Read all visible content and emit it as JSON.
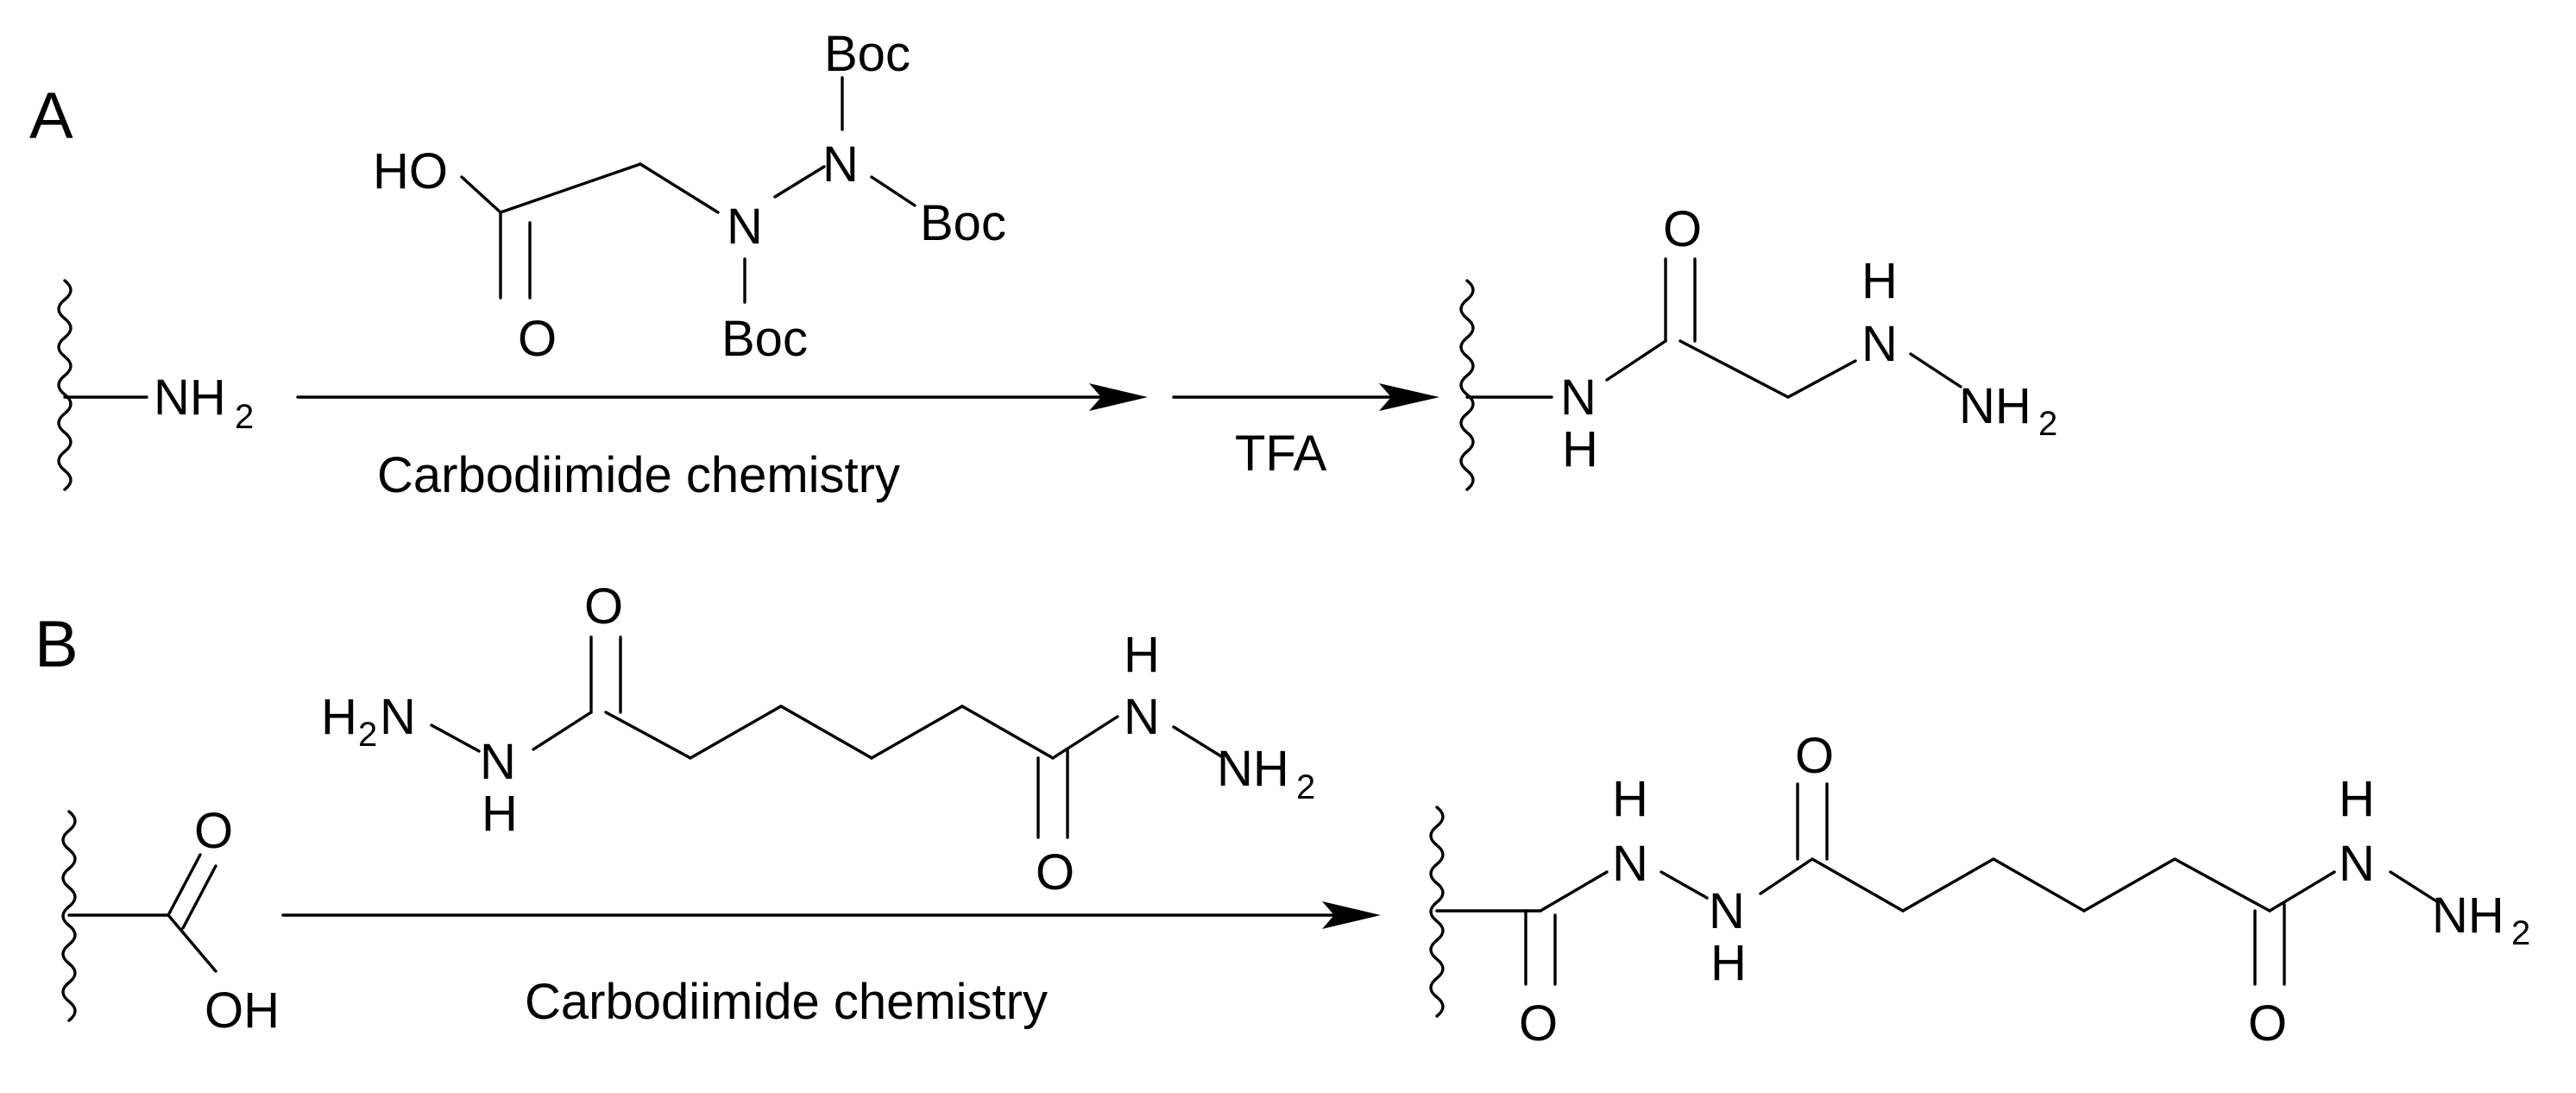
{
  "panel_a": {
    "label": "A",
    "reagent": {
      "acid": "HO",
      "carbonyl_o": "O",
      "n1": "N",
      "n2": "N",
      "boc_top": "Boc",
      "boc_right": "Boc",
      "boc_bottom": "Boc"
    },
    "start_group": {
      "nh": "NH",
      "sub": "2"
    },
    "arrow1_label": "Carbodiimide chemistry",
    "arrow2_label": "TFA",
    "product": {
      "o": "O",
      "n": "N",
      "nh_h": "H",
      "n2_h": "H",
      "n2": "N",
      "nh2": "NH",
      "sub": "2"
    }
  },
  "panel_b": {
    "label": "B",
    "reagent": {
      "h2n": "H",
      "h2n_sub": "2",
      "h2n_n": "N",
      "n": "N",
      "n_h": "H",
      "o1": "O",
      "o2": "O",
      "n_r": "N",
      "n_r_h": "H",
      "nh2": "NH",
      "sub": "2"
    },
    "start_group": {
      "o": "O",
      "oh": "OH"
    },
    "arrow_label": "Carbodiimide chemistry",
    "product": {
      "o1": "O",
      "n1_h": "H",
      "n1": "N",
      "n2": "N",
      "n2_h": "H",
      "o2": "O",
      "o3": "O",
      "n3_h": "H",
      "n3": "N",
      "nh2": "NH",
      "sub": "2"
    }
  }
}
